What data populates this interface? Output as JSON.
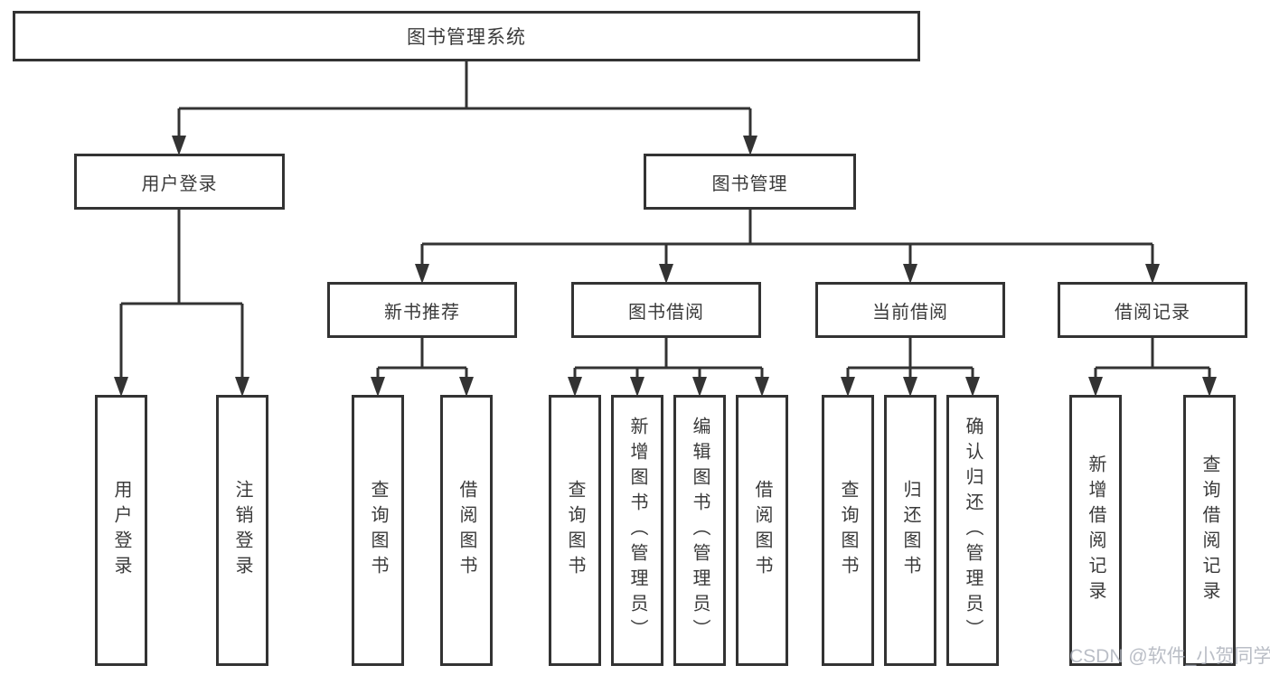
{
  "tree": {
    "root": {
      "label": "图书管理系统"
    },
    "login": {
      "label": "用户登录",
      "children": [
        "用户登录",
        "注销登录"
      ]
    },
    "mgmt": {
      "label": "图书管理",
      "groups": [
        {
          "label": "新书推荐",
          "children": [
            "查询图书",
            "借阅图书"
          ]
        },
        {
          "label": "图书借阅",
          "children": [
            "查询图书",
            "新增图书（管理员）",
            "编辑图书（管理员）",
            "借阅图书"
          ]
        },
        {
          "label": "当前借阅",
          "children": [
            "查询图书",
            "归还图书",
            "确认归还（管理员）"
          ]
        },
        {
          "label": "借阅记录",
          "children": [
            "新增借阅记录",
            "查询借阅记录"
          ]
        }
      ]
    }
  },
  "watermark": {
    "text": "CSDN @软件_小贺同学"
  },
  "colors": {
    "line": "#333333",
    "text": "#3a3a3a",
    "watermark": "#a9aeb9",
    "background": "#ffffff"
  }
}
